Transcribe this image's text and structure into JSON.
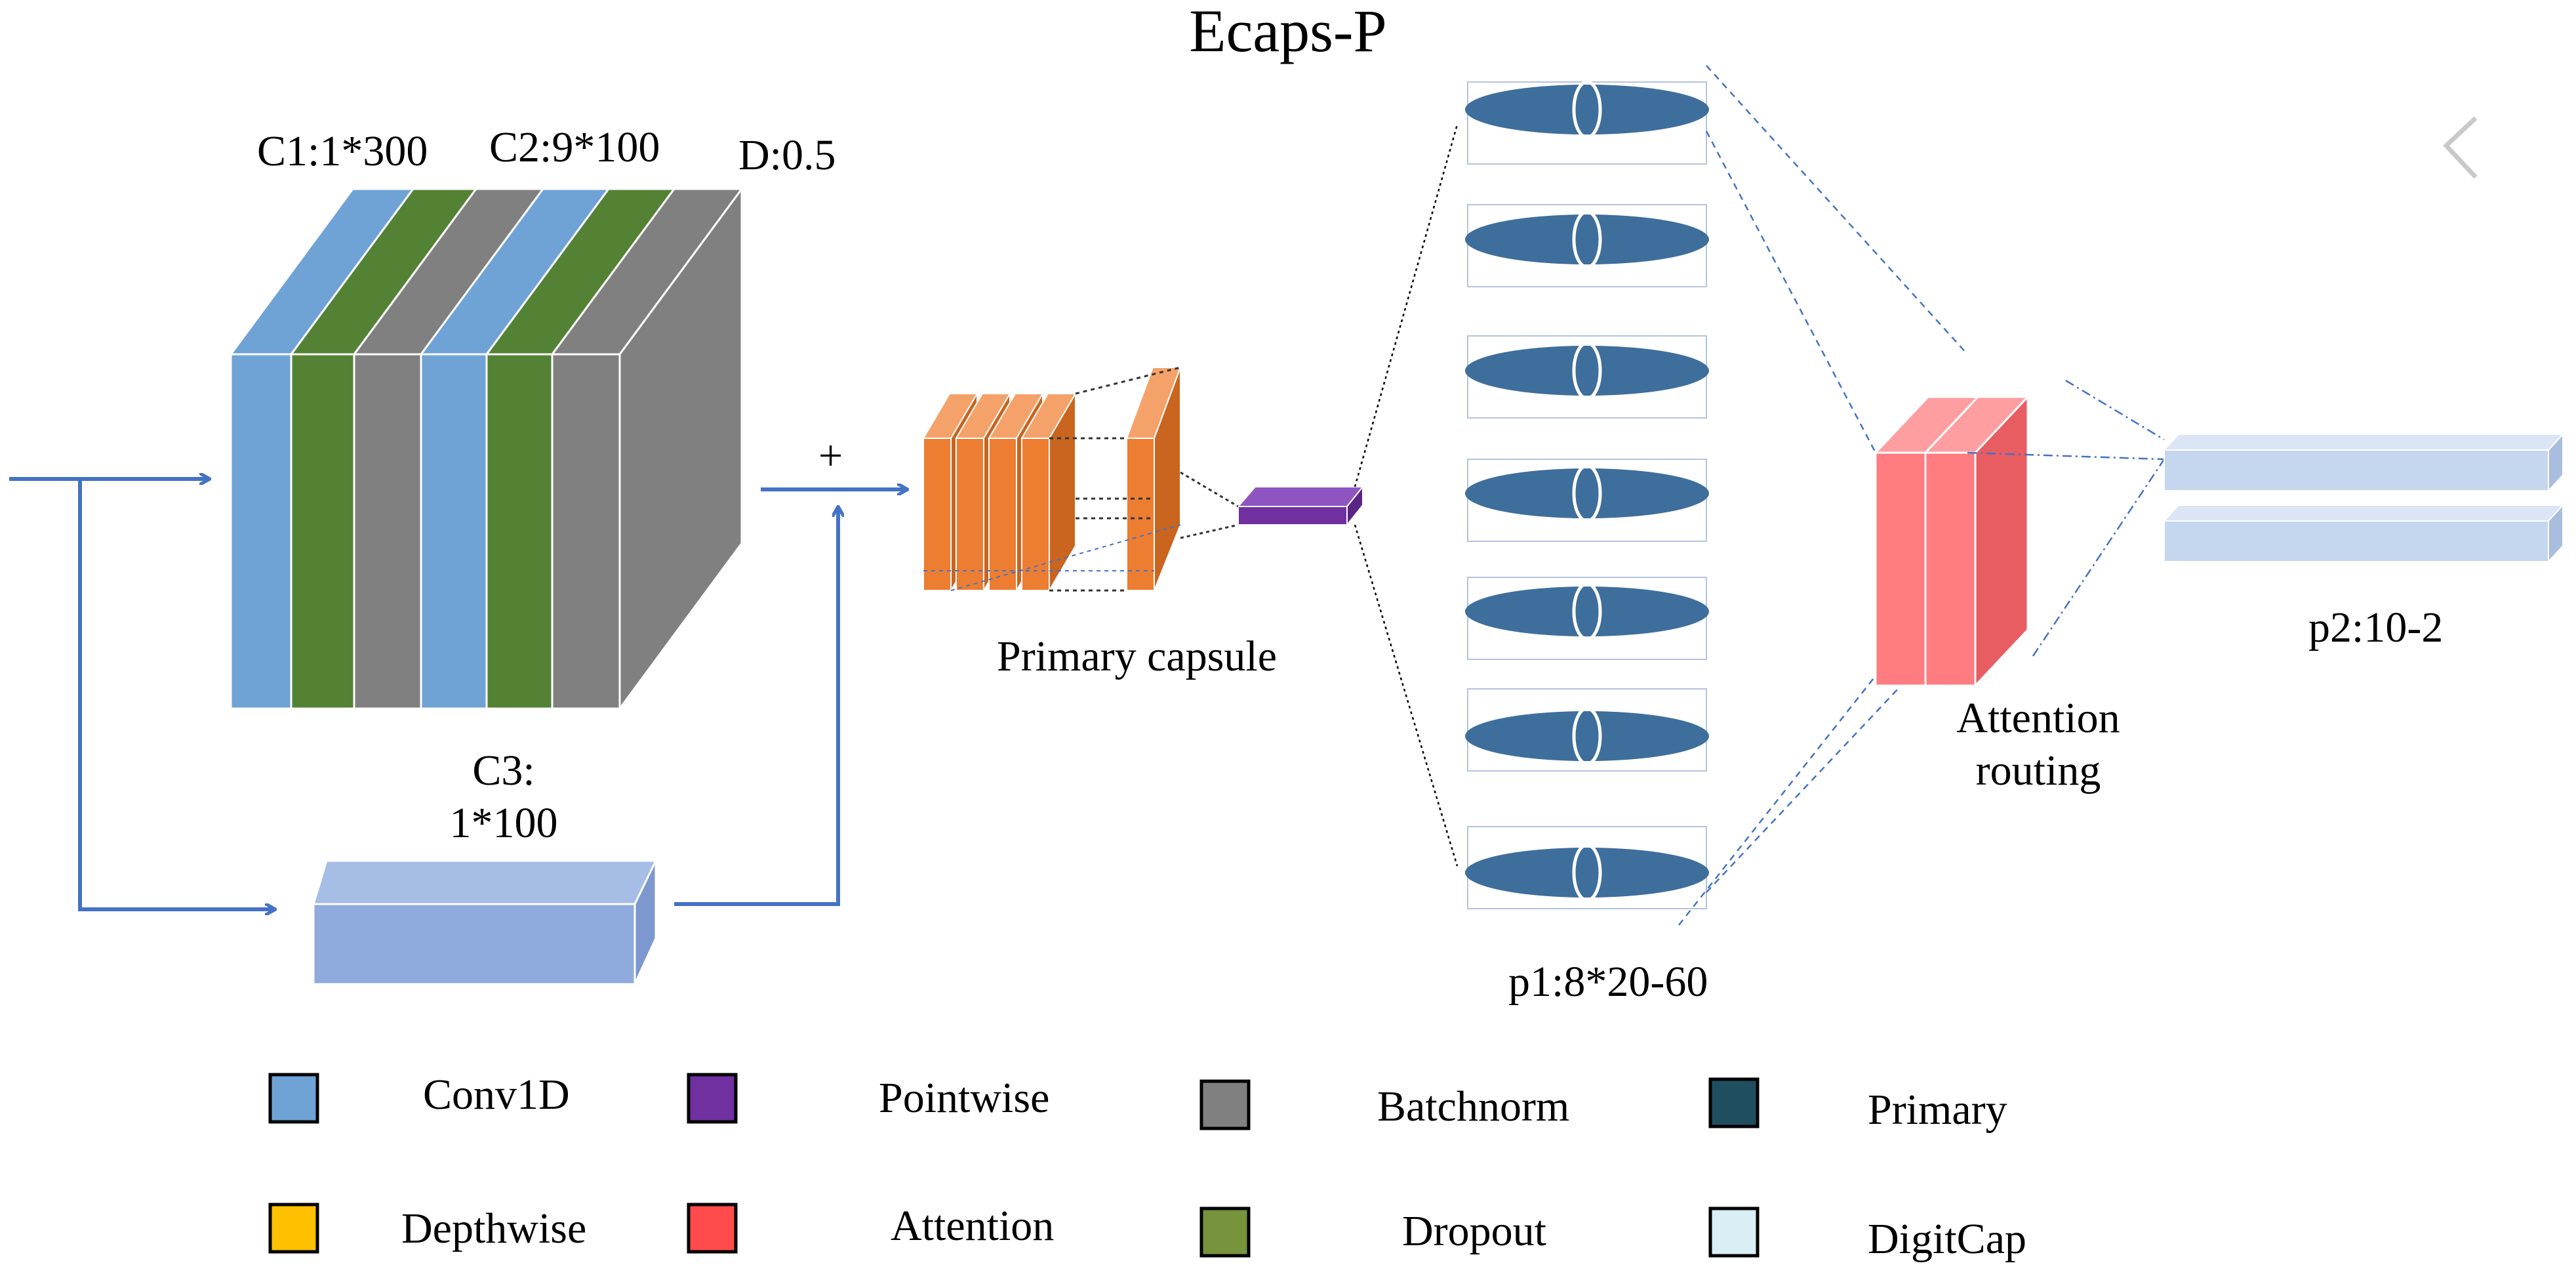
{
  "title": "Ecaps-P",
  "labels": {
    "c1": "C1:1*300",
    "c2": "C2:9*100",
    "dropout": "D:0.5",
    "plus": "+",
    "c3_line1": "C3:",
    "c3_line2": "1*100",
    "primary_capsule": "Primary capsule",
    "p1": "p1:8*20-60",
    "attention_line1": "Attention",
    "attention_line2": "routing",
    "p2": "p2:10-2"
  },
  "legend": [
    {
      "label": "Conv1D",
      "color": "#6fa3d6"
    },
    {
      "label": "Pointwise",
      "color": "#7030a0"
    },
    {
      "label": "Batchnorm",
      "color": "#808080"
    },
    {
      "label": "Primary",
      "color": "#1f4e5f"
    },
    {
      "label": "Depthwise",
      "color": "#ffc000"
    },
    {
      "label": "Attention",
      "color": "#ff4b4b"
    },
    {
      "label": "Dropout",
      "color": "#77933c"
    },
    {
      "label": "DigitCap",
      "color": "#d9eef5"
    }
  ],
  "colors": {
    "conv": "#6fa3d6",
    "dropout_layer": "#548235",
    "batchnorm_layer": "#808080",
    "arrow": "#4472c4",
    "c3_block": "#8faadc",
    "primary_capsule": "#ed7d31",
    "pointwise": "#7030a0",
    "capsule": "#3e6e9c",
    "attention_block": "#ff7c80",
    "digitcap_bar": "#c5d6ef",
    "nav_chevron": "#c9c9c9"
  },
  "icons": {
    "nav": "chevron-left-icon"
  }
}
